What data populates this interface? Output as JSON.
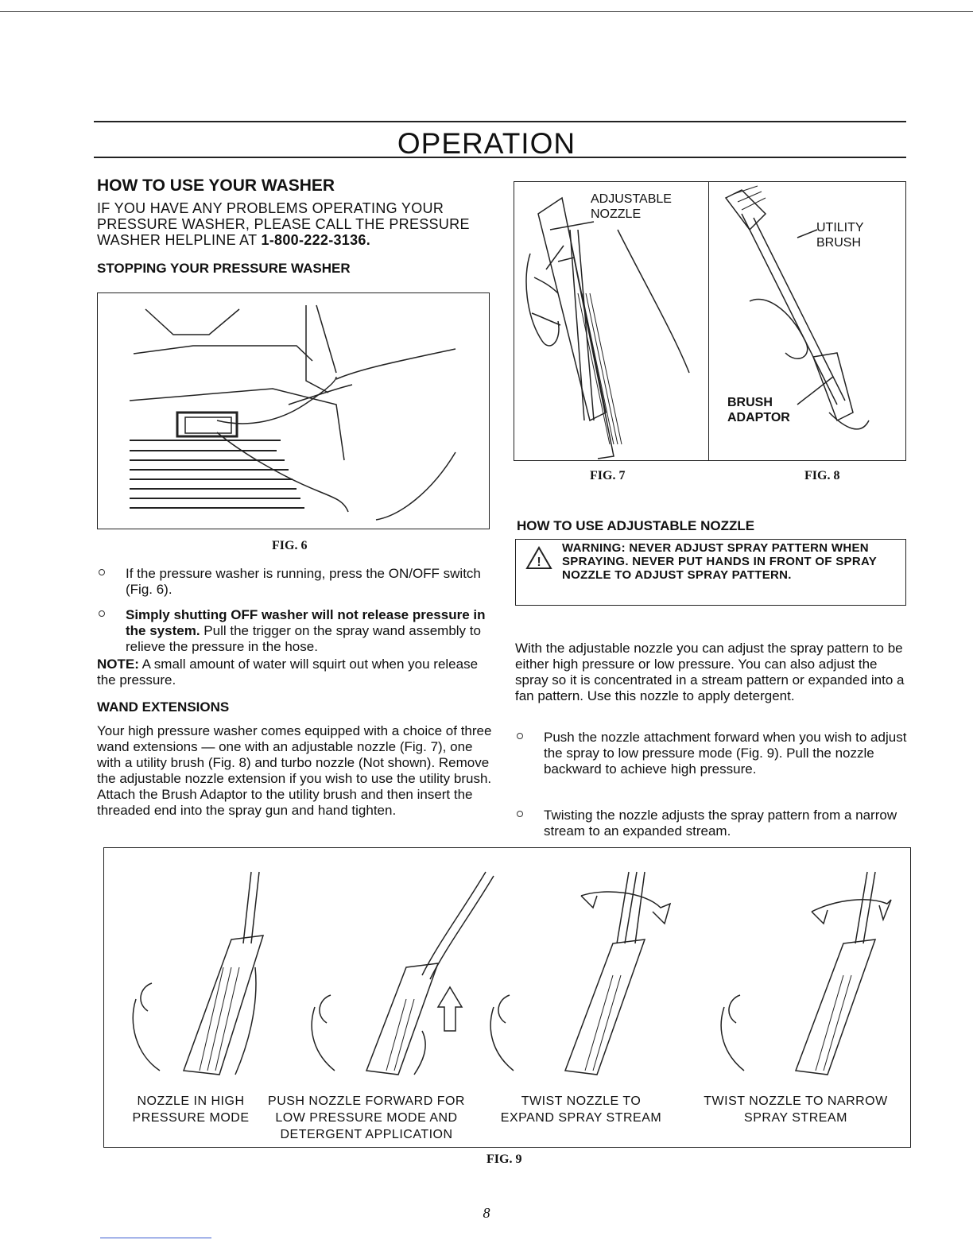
{
  "page_title": "OPERATION",
  "left": {
    "heading": "HOW TO USE YOUR WASHER",
    "intro_text": "IF YOU HAVE ANY PROBLEMS OPERATING YOUR PRESSURE WASHER, PLEASE CALL THE PRESSURE WASHER HELPLINE AT ",
    "helpline": "1-800-222-3136.",
    "stopping_heading": "STOPPING YOUR PRESSURE WASHER",
    "fig6_caption": "FIG. 6",
    "bullet1": "If the pressure washer is running, press the ON/OFF switch (Fig. 6).",
    "bullet2_bold": "Simply shutting OFF washer will not release pressure in the system.",
    "bullet2_rest": " Pull the trigger on the spray wand assembly to relieve the pressure in the hose.",
    "note_label": "NOTE:",
    "note_text": " A small amount of water will squirt out when you release the pressure.",
    "wand_heading": "WAND EXTENSIONS",
    "wand_text": "Your high pressure washer comes equipped with a choice of three wand extensions — one with an adjustable nozzle (Fig. 7), one with a utility brush (Fig. 8) and turbo nozzle (Not shown). Remove the adjustable nozzle extension if you wish to use the utility brush. Attach the Brush Adaptor to the utility brush and then insert the threaded end into the spray gun and hand tighten."
  },
  "right": {
    "fig7_label_line1": "ADJUSTABLE",
    "fig7_label_line2": "NOZZLE",
    "fig8_label1_line1": "UTILITY",
    "fig8_label1_line2": "BRUSH",
    "fig8_label2_line1": "BRUSH",
    "fig8_label2_line2": "ADAPTOR",
    "fig7_caption": "FIG. 7",
    "fig8_caption": "FIG. 8",
    "nozzle_heading": "HOW TO USE ADJUSTABLE NOZZLE",
    "warning_text": "WARNING: NEVER ADJUST SPRAY PATTERN WHEN SPRAYING. NEVER PUT HANDS IN FRONT OF SPRAY NOZZLE TO ADJUST SPRAY PATTERN.",
    "nozzle_text": "With the adjustable nozzle you can adjust the spray pattern to be either high pressure or low pressure. You can also adjust the spray so it is concentrated in a stream pattern or expanded into a fan pattern. Use this nozzle to apply detergent.",
    "bullet1": "Push the nozzle attachment forward when you wish to adjust the spray to low pressure mode (Fig. 9). Pull the nozzle backward to achieve high pressure.",
    "bullet2": "Twisting the nozzle adjusts the spray pattern from a narrow stream to an expanded stream."
  },
  "fig9": {
    "captions": [
      {
        "line1": "NOZZLE IN HIGH",
        "line2": "PRESSURE MODE",
        "line3": ""
      },
      {
        "line1": "PUSH NOZZLE FORWARD FOR",
        "line2": "LOW PRESSURE MODE AND",
        "line3": "DETERGENT APPLICATION"
      },
      {
        "line1": "TWIST NOZZLE TO",
        "line2": "EXPAND SPRAY STREAM",
        "line3": ""
      },
      {
        "line1": "TWIST NOZZLE TO NARROW",
        "line2": "SPRAY STREAM",
        "line3": ""
      }
    ],
    "caption": "FIG. 9"
  },
  "page_number": "8"
}
